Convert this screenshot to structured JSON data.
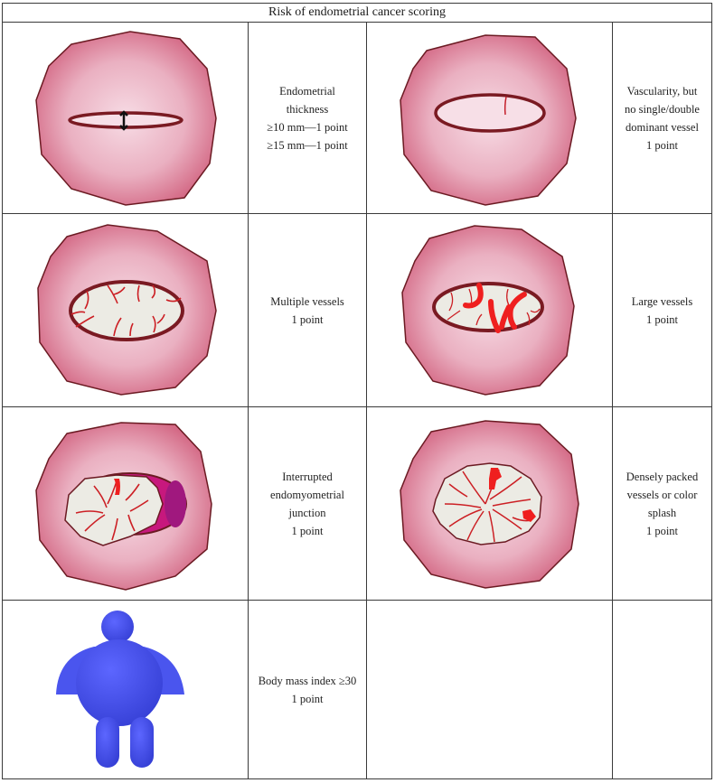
{
  "title": "Risk of endometrial cancer scoring",
  "rows": [
    {
      "left": {
        "illustration": "uterus-thin-endometrium-with-caliper-icon",
        "lines": [
          "Endometrial",
          "thickness",
          "≥10 mm—1 point",
          "≥15 mm—1 point"
        ]
      },
      "right": {
        "illustration": "uterus-single-vessel-icon",
        "lines": [
          "Vascularity, but",
          "no single/double",
          "dominant vessel",
          "1 point"
        ]
      }
    },
    {
      "left": {
        "illustration": "uterus-multiple-vessels-icon",
        "lines": [
          "Multiple vessels",
          "1 point"
        ]
      },
      "right": {
        "illustration": "uterus-large-vessels-icon",
        "lines": [
          "Large vessels",
          "1 point"
        ]
      }
    },
    {
      "left": {
        "illustration": "uterus-interrupted-junction-icon",
        "lines": [
          "Interrupted",
          "endomyometrial",
          "junction",
          "1 point"
        ]
      },
      "right": {
        "illustration": "uterus-dense-vessels-color-splash-icon",
        "lines": [
          "Densely packed",
          "vessels or color",
          "splash",
          "1 point"
        ]
      }
    },
    {
      "left": {
        "illustration": "obese-person-figure-icon",
        "lines": [
          "Body mass index ≥30",
          "1 point"
        ]
      },
      "right": {
        "illustration": "",
        "lines": []
      }
    }
  ],
  "colors": {
    "uterus_fill_center": "#f5d3de",
    "uterus_fill_edge": "#d9708b",
    "uterus_outline": "#6b1a22",
    "endometrium_fill": "#ecebe4",
    "vessel_red": "#d42020",
    "bright_vessel": "#ef1f1f",
    "junction_purple": "#a0187e",
    "figure_blue": "#4a55ee",
    "grid_line": "#3a3a3a"
  }
}
